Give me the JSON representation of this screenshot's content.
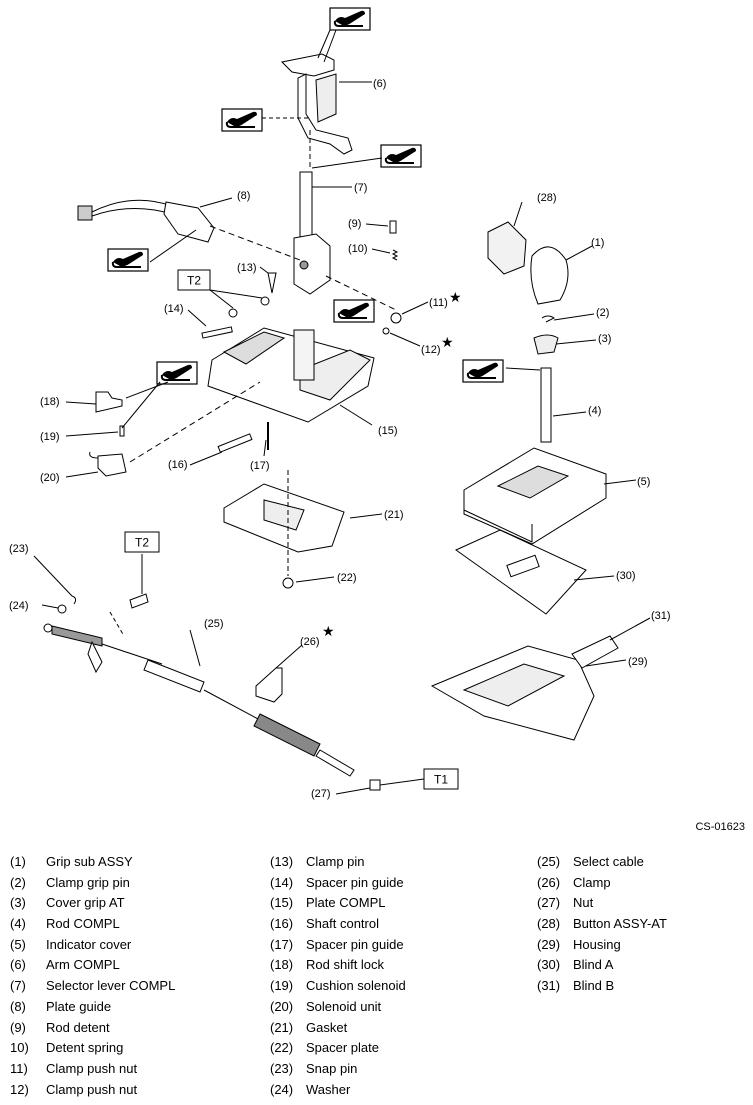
{
  "diagram_code": "CS-01623",
  "callouts": [
    "(1)",
    "(2)",
    "(3)",
    "(4)",
    "(5)",
    "(6)",
    "(7)",
    "(8)",
    "(9)",
    "(10)",
    "(11)",
    "(12)",
    "(13)",
    "(14)",
    "(15)",
    "(16)",
    "(17)",
    "(18)",
    "(19)",
    "(20)",
    "(21)",
    "(22)",
    "(23)",
    "(24)",
    "(25)",
    "(26)",
    "(27)",
    "(28)",
    "(29)",
    "(30)",
    "(31)"
  ],
  "torque_labels": [
    "T2",
    "T2",
    "T1"
  ],
  "star": "★",
  "legend": {
    "col1": [
      {
        "n": "(1)",
        "t": "Grip sub ASSY"
      },
      {
        "n": "(2)",
        "t": "Clamp grip pin"
      },
      {
        "n": "(3)",
        "t": "Cover grip AT"
      },
      {
        "n": "(4)",
        "t": "Rod COMPL"
      },
      {
        "n": "(5)",
        "t": "Indicator cover"
      },
      {
        "n": "(6)",
        "t": "Arm COMPL"
      },
      {
        "n": "(7)",
        "t": "Selector lever COMPL"
      },
      {
        "n": "(8)",
        "t": "Plate guide"
      },
      {
        "n": "(9)",
        "t": "Rod detent"
      },
      {
        "n": "10)",
        "t": "Detent spring"
      },
      {
        "n": "11)",
        "t": "Clamp push nut"
      },
      {
        "n": "12)",
        "t": "Clamp push nut"
      }
    ],
    "col2": [
      {
        "n": "(13)",
        "t": "Clamp pin"
      },
      {
        "n": "(14)",
        "t": "Spacer pin guide"
      },
      {
        "n": "(15)",
        "t": "Plate COMPL"
      },
      {
        "n": "(16)",
        "t": "Shaft control"
      },
      {
        "n": "(17)",
        "t": "Spacer pin guide"
      },
      {
        "n": "(18)",
        "t": "Rod shift lock"
      },
      {
        "n": "(19)",
        "t": "Cushion solenoid"
      },
      {
        "n": "(20)",
        "t": "Solenoid unit"
      },
      {
        "n": "(21)",
        "t": "Gasket"
      },
      {
        "n": "(22)",
        "t": "Spacer plate"
      },
      {
        "n": "(23)",
        "t": "Snap pin"
      },
      {
        "n": "(24)",
        "t": "Washer"
      }
    ],
    "col3": [
      {
        "n": "(25)",
        "t": "Select cable"
      },
      {
        "n": "(26)",
        "t": "Clamp"
      },
      {
        "n": "(27)",
        "t": "Nut"
      },
      {
        "n": "(28)",
        "t": "Button ASSY-AT"
      },
      {
        "n": "(29)",
        "t": "Housing"
      },
      {
        "n": "(30)",
        "t": "Blind A"
      },
      {
        "n": "(31)",
        "t": "Blind B"
      }
    ]
  }
}
